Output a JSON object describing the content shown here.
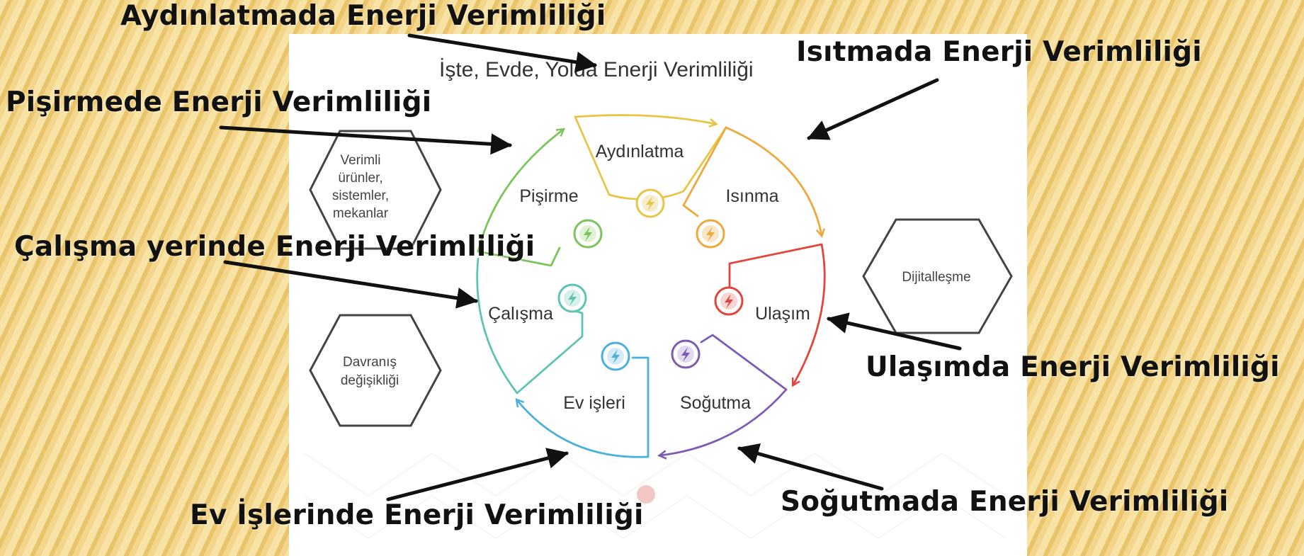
{
  "title": "İşte, Evde, Yolda Enerji Verimliliği",
  "segments": [
    {
      "label": "Aydınlatma",
      "color": "#e8c546"
    },
    {
      "label": "Isınma",
      "color": "#eda93c"
    },
    {
      "label": "Ulaşım",
      "color": "#e2453c"
    },
    {
      "label": "Soğutma",
      "color": "#7c5bb5"
    },
    {
      "label": "Ev işleri",
      "color": "#4ab0de"
    },
    {
      "label": "Çalışma",
      "color": "#5ec3b3"
    },
    {
      "label": "Pişirme",
      "color": "#7cc45e"
    }
  ],
  "hexagons": {
    "verimli": [
      "Verimli",
      "ürünler,",
      "sistemler,",
      "mekanlar"
    ],
    "davranis": [
      "Davranış",
      "değişikliği"
    ],
    "dijital": "Dijitalleşme"
  },
  "callouts": {
    "aydinlatma": "Aydınlatmada Enerji Verimliliği",
    "isitma": "Isıtmada Enerji Verimliliği",
    "pisirme": "Pişirmede Enerji Verimliliği",
    "calisma": "Çalışma yerinde Enerji Verimliliği",
    "ulasim": "Ulaşımda Enerji Verimliliği",
    "ev_isleri": "Ev İşlerinde Enerji Verimliliği",
    "sogutma": "Soğutmada Enerji Verimliliği"
  },
  "icons": {
    "energy_badge": "lightning-bolt-icon",
    "hexagon": "hexagon-outline-icon",
    "arrow": "pointer-arrow-icon"
  },
  "colors": {
    "background_stripes": "#f4d786",
    "panel": "#ffffff",
    "callout_text": "#111111"
  }
}
